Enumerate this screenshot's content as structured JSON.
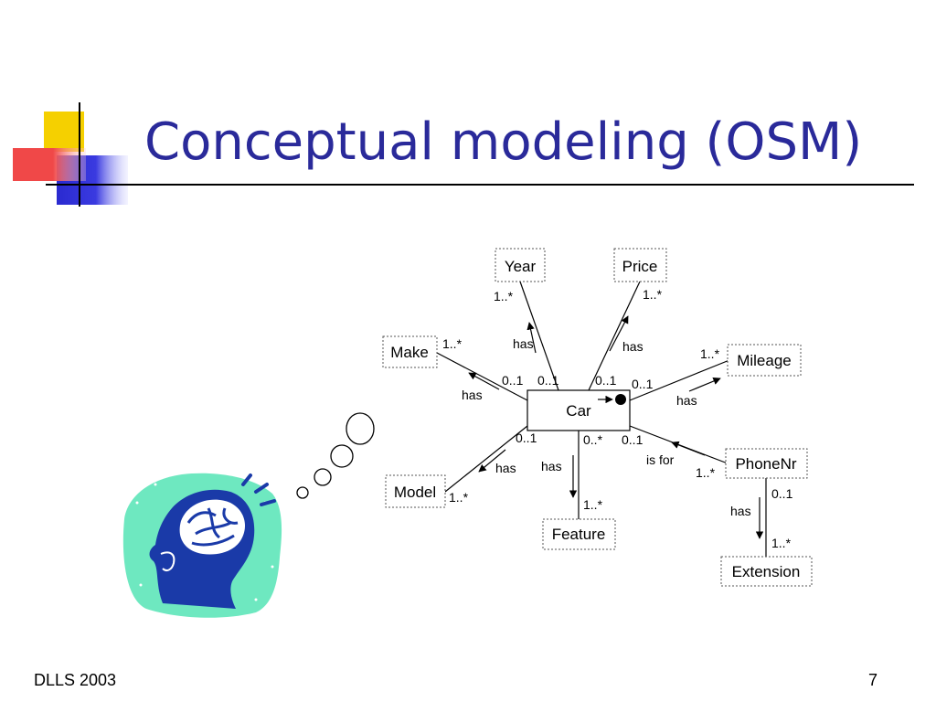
{
  "slide": {
    "title": "Conceptual modeling (OSM)",
    "footer_left": "DLLS 2003",
    "page_number": "7"
  },
  "colors": {
    "title": "#2a2a9a",
    "deco_yellow": "#f5d000",
    "deco_blue": "#2a2ad0",
    "deco_red": "#f04848",
    "head_bg": "#6ee8c0",
    "head_fill": "#1a3aa8"
  },
  "icons": [
    "thinking-head-icon",
    "thought-bubble-icon",
    "title-decoration-icon",
    "object-set-dot-icon"
  ],
  "diagram": {
    "entities": {
      "year": "Year",
      "price": "Price",
      "make": "Make",
      "mileage": "Mileage",
      "car": "Car",
      "model": "Model",
      "feature": "Feature",
      "phonenr": "PhoneNr",
      "extension": "Extension"
    },
    "relationships": {
      "car_year": {
        "name": "has",
        "car_card": "0..1",
        "other_card": "1..*"
      },
      "car_price": {
        "name": "has",
        "car_card": "0..1",
        "other_card": "1..*"
      },
      "car_make": {
        "name": "has",
        "car_card": "0..1",
        "other_card": "1..*"
      },
      "car_mileage": {
        "name": "has",
        "car_card": "0..1",
        "other_card": "1..*"
      },
      "car_model": {
        "name": "has",
        "car_card": "0..1",
        "other_card": "1..*"
      },
      "car_feature": {
        "name": "has",
        "car_card": "0..*",
        "other_card": "1..*"
      },
      "phonenr_car": {
        "name": "is for",
        "car_card": "0..1",
        "other_card": "1..*"
      },
      "phonenr_extension": {
        "name": "has",
        "phonenr_card": "0..1",
        "other_card": "1..*"
      }
    }
  }
}
